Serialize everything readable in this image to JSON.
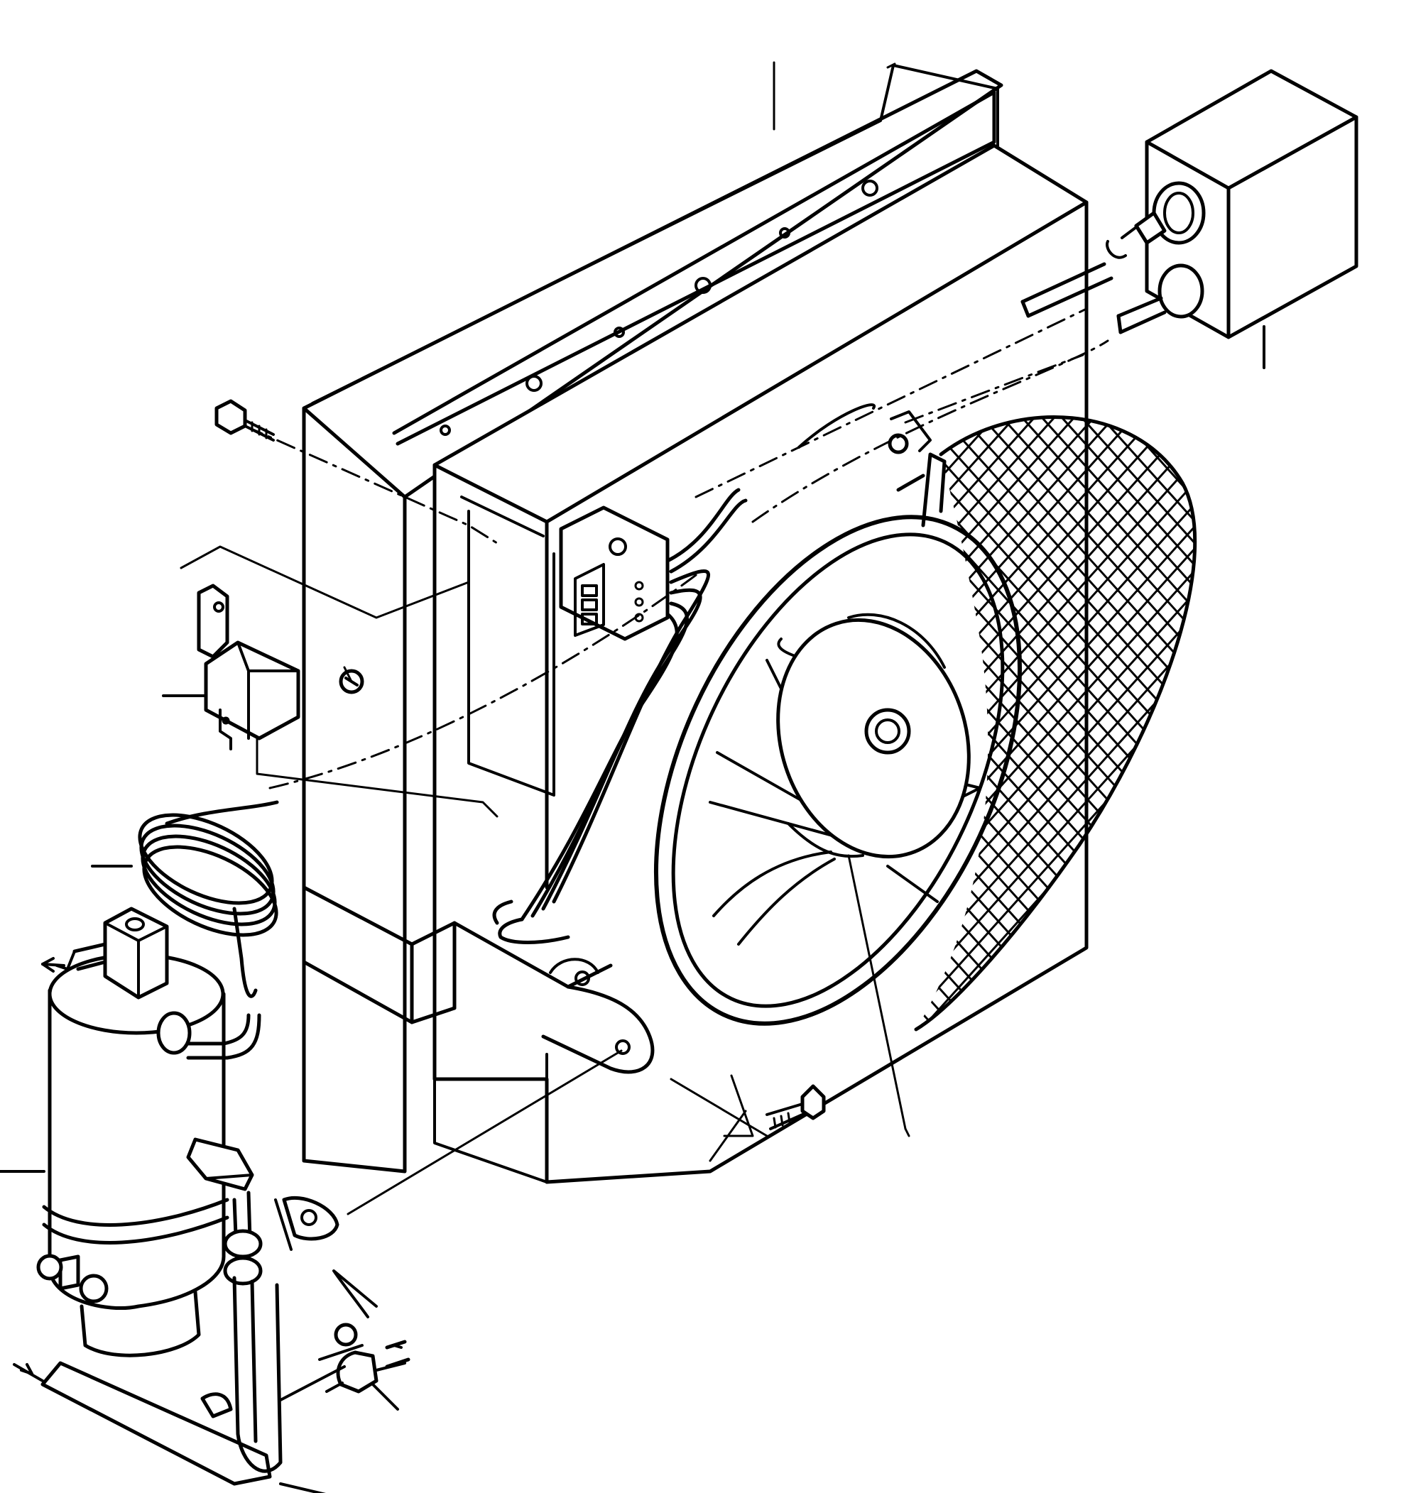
{
  "diagram": {
    "kind": "exploded-parts-drawing",
    "style": "black line art on white",
    "parts": [
      {
        "id": "condenser-core",
        "icon": "radiator-core"
      },
      {
        "id": "fan-shroud",
        "icon": "shroud"
      },
      {
        "id": "fan-guard",
        "icon": "wire-mesh-guard"
      },
      {
        "id": "fan-motor",
        "icon": "electric-motor"
      },
      {
        "id": "fan-blades",
        "icon": "fan"
      },
      {
        "id": "pressure-switch-box",
        "icon": "switch-box"
      },
      {
        "id": "relay",
        "icon": "relay"
      },
      {
        "id": "thermostat-coil",
        "icon": "capillary-coil"
      },
      {
        "id": "receiver-drier",
        "icon": "receiver-drier"
      },
      {
        "id": "wiring-connector",
        "icon": "connector"
      },
      {
        "id": "mounting-bracket",
        "icon": "bracket"
      },
      {
        "id": "hose-fittings",
        "icon": "fittings"
      }
    ],
    "colors": {
      "line": "#000000",
      "background": "#ffffff"
    }
  }
}
